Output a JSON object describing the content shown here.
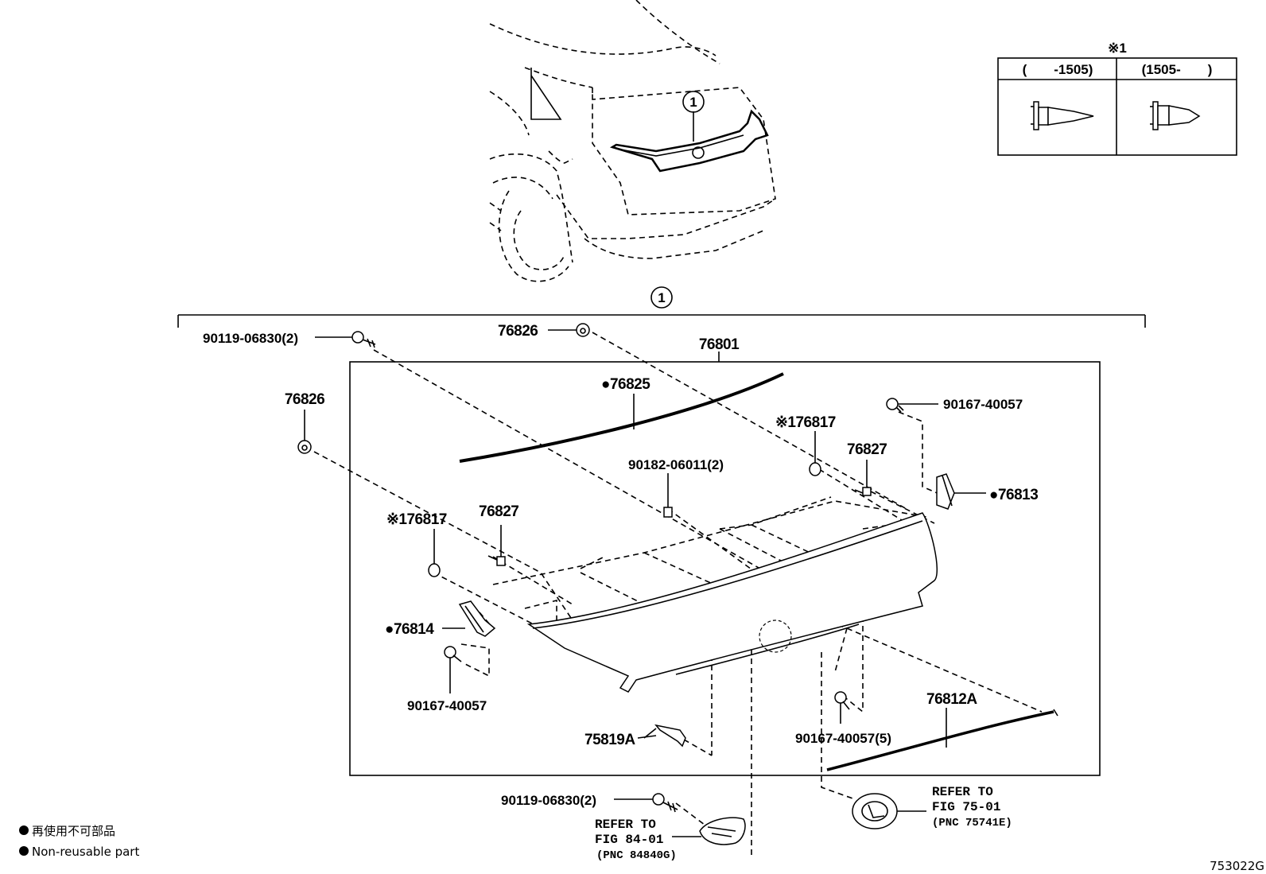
{
  "callout_ref": "1",
  "footnote_mark": "※1",
  "inset": {
    "col1": "(　　-1505)",
    "col2": "(1505-　　)"
  },
  "parts": {
    "p90119_top": "90119-06830(2)",
    "p76826_top": "76826",
    "p76801": "76801",
    "p76826_left": "76826",
    "p76825": "●76825",
    "p90167_right": "90167-40057",
    "p76817_right": "※176817",
    "p76827_right": "76827",
    "p90182": "90182-06011(2)",
    "p76813": "●76813",
    "p76817_left": "※176817",
    "p76827_left": "76827",
    "p76814": "●76814",
    "p90167_left": "90167-40057",
    "p75819A": "75819A",
    "p90167_bottom": "90167-40057(5)",
    "p76812A": "76812A",
    "p90119_bottom": "90119-06830(2)"
  },
  "refs": {
    "ref84_l1": "REFER TO",
    "ref84_l2": "FIG 84-01",
    "ref84_l3": "(PNC 84840G)",
    "ref75_l1": "REFER TO",
    "ref75_l2": "FIG 75-01",
    "ref75_l3": "(PNC 75741E)"
  },
  "legend": {
    "jp": "再使用不可部品",
    "en": "Non-reusable part"
  },
  "diagram_id": "753022G"
}
